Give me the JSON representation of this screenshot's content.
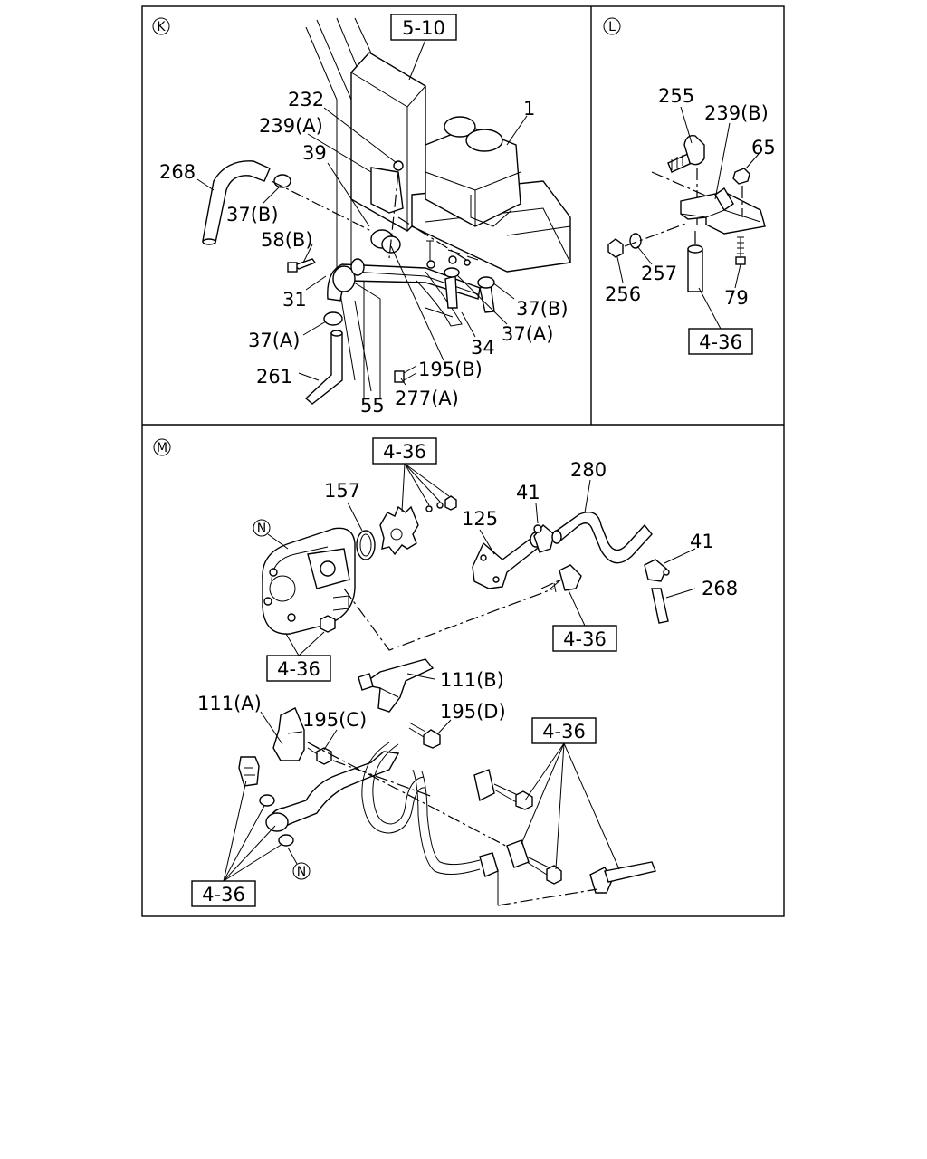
{
  "sections": {
    "k": {
      "marker": "K"
    },
    "l": {
      "marker": "L"
    },
    "m": {
      "marker": "M"
    }
  },
  "refs": {
    "k_top": "5-10",
    "l_bottom": "4-36",
    "m_top": "4-36",
    "m_mid_right": "4-36",
    "m_left": "4-36",
    "m_lower_right": "4-36",
    "m_bottom_left": "4-36"
  },
  "labels": {
    "k": {
      "l1": "1",
      "l232": "232",
      "l239a": "239(A)",
      "l39": "39",
      "l268": "268",
      "l37b_left": "37(B)",
      "l58b": "58(B)",
      "l31": "31",
      "l37a_left": "37(A)",
      "l261": "261",
      "l55": "55",
      "l277a": "277(A)",
      "l195b": "195(B)",
      "l34": "34",
      "l37a_right": "37(A)",
      "l37b_right": "37(B)"
    },
    "l": {
      "l255": "255",
      "l239b": "239(B)",
      "l65": "65",
      "l257": "257",
      "l256": "256",
      "l79": "79"
    },
    "m": {
      "l157": "157",
      "l125": "125",
      "l41_top": "41",
      "l280": "280",
      "l41_right": "41",
      "l268": "268",
      "l111b": "111(B)",
      "l111a": "111(A)",
      "l195c": "195(C)",
      "l195d": "195(D)"
    }
  },
  "connectors": {
    "n_top": "N",
    "n_bottom": "N"
  }
}
